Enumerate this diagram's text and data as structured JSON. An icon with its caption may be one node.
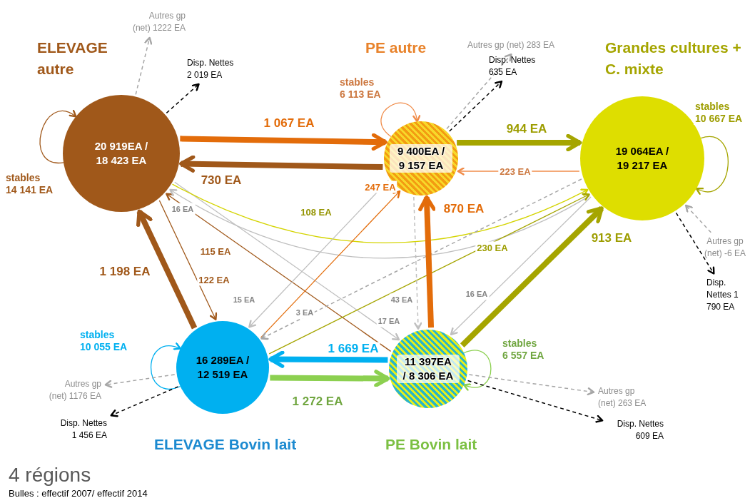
{
  "diagram": {
    "title": "4 régions",
    "caption": "Bulles : effectif 2007/ effectif  2014",
    "nodes": [
      {
        "text": [
          "ELEVAGE autre",
          "20 919EA / 18 423 EA"
        ]
      },
      {
        "text": [
          "PE autre",
          "9 400EA / 9 157 EA"
        ]
      },
      {
        "text": [
          "Grandes cultures + C. mixte",
          "19 064EA / 19 217 EA"
        ]
      },
      {
        "text": [
          "16 289EA / 12 519 EA",
          "ELEVAGE Bovin lait"
        ]
      },
      {
        "text": [
          "11 397EA / 8 306 EA",
          "PE Bovin lait"
        ]
      },
      {
        "text": [
          "Autres gp (net) 1222 EA"
        ]
      },
      {
        "text": [
          "Disp. Nettes 2 019 EA"
        ]
      },
      {
        "text": [
          "Autres gp (net) 283 EA"
        ]
      },
      {
        "text": [
          "Disp. Nettes 635 EA"
        ]
      },
      {
        "text": [
          "Autres gp (net) -6 EA"
        ]
      },
      {
        "text": [
          "Disp. Nettes 1 790 EA"
        ]
      },
      {
        "text": [
          "Autres gp (net) 1176 EA"
        ]
      },
      {
        "text": [
          "Disp. Nettes 1 456 EA"
        ]
      },
      {
        "text": [
          "Autres gp (net) 263 EA"
        ]
      },
      {
        "text": [
          "Disp. Nettes 609 EA"
        ]
      }
    ],
    "edges": [
      {
        "from": 0,
        "to": 1,
        "arrow": "to",
        "label": "1 067 EA",
        "style": "thick",
        "color": "#e36c0a"
      },
      {
        "from": 1,
        "to": 0,
        "arrow": "to",
        "label": "730 EA",
        "style": "thick",
        "color": "#a0581a"
      },
      {
        "from": 1,
        "to": 2,
        "arrow": "to",
        "label": "944 EA",
        "style": "thick",
        "color": "#a5a500"
      },
      {
        "from": 2,
        "to": 1,
        "arrow": "to",
        "label": "223 EA",
        "color": "#f08c4a"
      },
      {
        "from": 0,
        "to": 0,
        "arrow": "to",
        "label": "stables 14 141 EA",
        "color": "#a0581a"
      },
      {
        "from": 1,
        "to": 1,
        "arrow": "to",
        "label": "stables 6 113 EA",
        "color": "#f08c4a"
      },
      {
        "from": 2,
        "to": 2,
        "arrow": "to",
        "label": "stables 10 667 EA",
        "color": "#a5a500"
      },
      {
        "from": 3,
        "to": 3,
        "arrow": "to",
        "label": "stables 10 055 EA",
        "color": "#00b0f0"
      },
      {
        "from": 4,
        "to": 4,
        "arrow": "to",
        "label": "stables 6 557 EA",
        "color": "#8cd050"
      },
      {
        "from": 3,
        "to": 0,
        "arrow": "to",
        "label": "1 198 EA",
        "style": "thick",
        "color": "#a0581a"
      },
      {
        "from": 0,
        "to": 3,
        "arrow": "to",
        "label": "122 EA",
        "color": "#a0581a"
      },
      {
        "from": 4,
        "to": 0,
        "arrow": "to",
        "label": "115 EA",
        "color": "#a0581a"
      },
      {
        "from": 0,
        "to": 4,
        "arrow": "to",
        "label": "17 EA",
        "color": "#bfbfbf"
      },
      {
        "from": 0,
        "to": 2,
        "arrow": "to",
        "label": "108 EA",
        "color": "#d4d400"
      },
      {
        "from": 2,
        "to": 0,
        "arrow": "to",
        "label": "16 EA",
        "color": "#bfbfbf"
      },
      {
        "from": 1,
        "to": 3,
        "arrow": "to",
        "label": "15 EA",
        "color": "#bfbfbf"
      },
      {
        "from": 3,
        "to": 1,
        "arrow": "to",
        "label": "247 EA",
        "color": "#e36c0a"
      },
      {
        "from": 2,
        "to": 3,
        "arrow": "to",
        "label": "3 EA",
        "style": "dashed",
        "color": "#a6a6a6"
      },
      {
        "from": 3,
        "to": 2,
        "arrow": "to",
        "label": "230 EA",
        "color": "#a5a500"
      },
      {
        "from": 1,
        "to": 4,
        "arrow": "to",
        "label": "43 EA",
        "style": "dashed",
        "color": "#bfbfbf"
      },
      {
        "from": 4,
        "to": 1,
        "arrow": "to",
        "label": "870 EA",
        "style": "thick",
        "color": "#e36c0a"
      },
      {
        "from": 2,
        "to": 4,
        "arrow": "to",
        "label": "16 EA",
        "color": "#bfbfbf"
      },
      {
        "from": 4,
        "to": 2,
        "arrow": "to",
        "label": "913 EA",
        "style": "thick",
        "color": "#a5a500"
      },
      {
        "from": 4,
        "to": 3,
        "arrow": "to",
        "label": "1 669 EA",
        "style": "thick",
        "color": "#00b0f0"
      },
      {
        "from": 3,
        "to": 4,
        "arrow": "to",
        "label": "1 272 EA",
        "style": "thick",
        "color": "#8cd050"
      },
      {
        "from": 0,
        "to": 5,
        "arrow": "to",
        "style": "dashed",
        "color": "#a6a6a6"
      },
      {
        "from": 0,
        "to": 6,
        "arrow": "to",
        "style": "dashed",
        "color": "#000000"
      },
      {
        "from": 1,
        "to": 7,
        "arrow": "to",
        "style": "dashed",
        "color": "#a6a6a6"
      },
      {
        "from": 1,
        "to": 8,
        "arrow": "to",
        "style": "dashed",
        "color": "#000000"
      },
      {
        "from": 9,
        "to": 2,
        "arrow": "to",
        "style": "dashed",
        "color": "#a6a6a6"
      },
      {
        "from": 2,
        "to": 10,
        "arrow": "to",
        "style": "dashed",
        "color": "#000000"
      },
      {
        "from": 3,
        "to": 11,
        "arrow": "to",
        "style": "dashed",
        "color": "#a6a6a6"
      },
      {
        "from": 3,
        "to": 12,
        "arrow": "to",
        "style": "dashed",
        "color": "#000000"
      },
      {
        "from": 4,
        "to": 13,
        "arrow": "to",
        "style": "dashed",
        "color": "#a6a6a6"
      },
      {
        "from": 4,
        "to": 14,
        "arrow": "to",
        "style": "dashed",
        "color": "#000000"
      }
    ]
  }
}
